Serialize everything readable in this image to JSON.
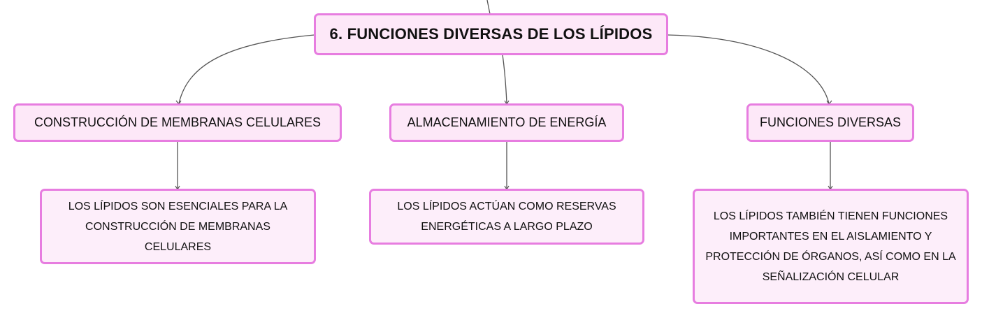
{
  "colors": {
    "node_fill": "#fde8f8",
    "node_border": "#e77de0",
    "connector": "#555555",
    "text": "#111111"
  },
  "root": {
    "label": "6. FUNCIONES DIVERSAS DE LOS LÍPIDOS"
  },
  "branches": [
    {
      "label": "CONSTRUCCIÓN DE MEMBRANAS CELULARES",
      "detail": "LOS LÍPIDOS SON ESENCIALES PARA LA CONSTRUCCIÓN DE MEMBRANAS CELULARES"
    },
    {
      "label": "ALMACENAMIENTO DE ENERGÍA",
      "detail": "LOS LÍPIDOS ACTÚAN COMO RESERVAS ENERGÉTICAS A LARGO PLAZO"
    },
    {
      "label": "FUNCIONES DIVERSAS",
      "detail": "LOS LÍPIDOS TAMBIÉN TIENEN FUNCIONES IMPORTANTES EN EL AISLAMIENTO Y PROTECCIÓN DE ÓRGANOS, ASÍ COMO EN LA SEÑALIZACIÓN CELULAR"
    }
  ]
}
